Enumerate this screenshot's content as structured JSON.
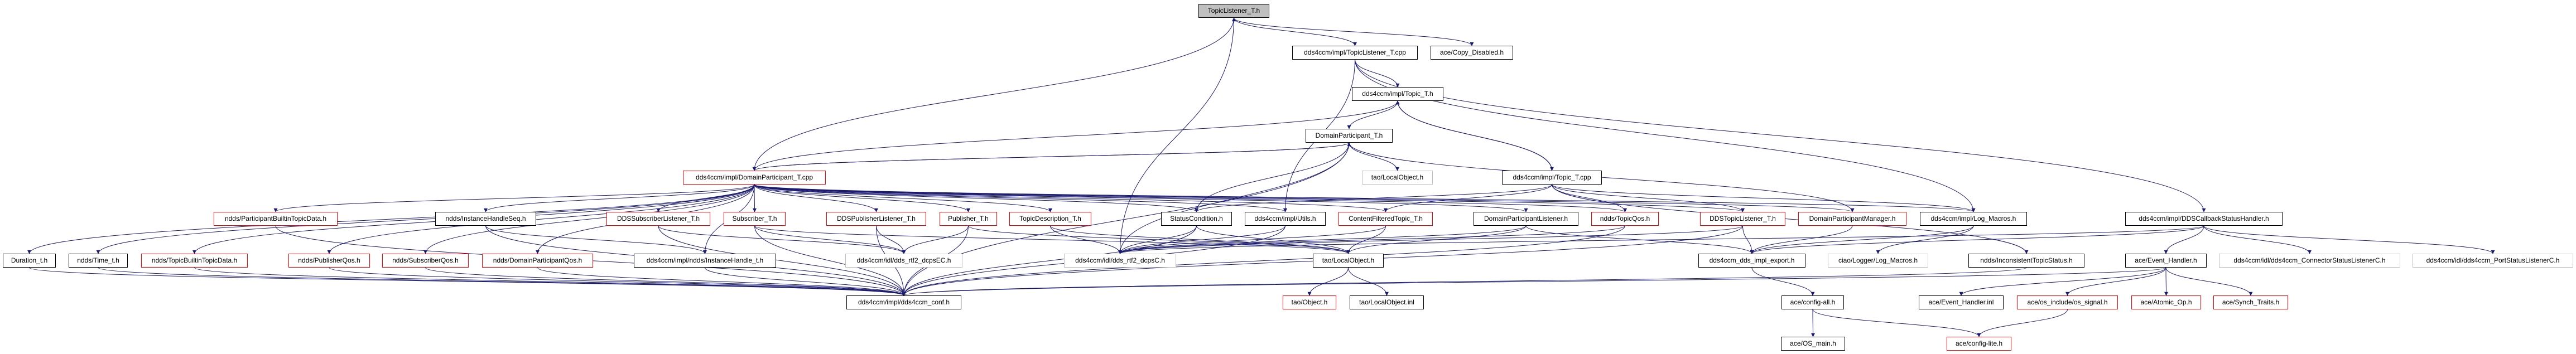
{
  "graph": {
    "edge_color": "#191970",
    "border_colors": {
      "normal": "#000000",
      "truncated": "#ff0000",
      "external": "#bfbfbf"
    },
    "root_fill": "#bfbfbf",
    "nodes": [
      {
        "id": "tl_h",
        "label": "TopicListener_T.h",
        "style": "root"
      },
      {
        "id": "tl_cpp",
        "label": "dds4ccm/impl/TopicListener_T.cpp",
        "style": "normal"
      },
      {
        "id": "copy",
        "label": "ace/Copy_Disabled.h",
        "style": "normal"
      },
      {
        "id": "topic_h",
        "label": "dds4ccm/impl/Topic_T.h",
        "style": "normal"
      },
      {
        "id": "dp_h",
        "label": "DomainParticipant_T.h",
        "style": "normal"
      },
      {
        "id": "dp_cpp",
        "label": "dds4ccm/impl/DomainParticipant_T.cpp",
        "style": "truncated"
      },
      {
        "id": "lo_gray",
        "label": "tao/LocalObject.h",
        "style": "external"
      },
      {
        "id": "topic_cpp",
        "label": "dds4ccm/impl/Topic_T.cpp",
        "style": "normal"
      },
      {
        "id": "pbtd",
        "label": "ndds/ParticipantBuiltinTopicData.h",
        "style": "truncated"
      },
      {
        "id": "ihseq",
        "label": "ndds/InstanceHandleSeq.h",
        "style": "normal"
      },
      {
        "id": "ddssubl",
        "label": "DDSSubscriberListener_T.h",
        "style": "truncated"
      },
      {
        "id": "sub",
        "label": "Subscriber_T.h",
        "style": "truncated"
      },
      {
        "id": "ddspubl",
        "label": "DDSPublisherListener_T.h",
        "style": "truncated"
      },
      {
        "id": "pub",
        "label": "Publisher_T.h",
        "style": "truncated"
      },
      {
        "id": "tdesc",
        "label": "TopicDescription_T.h",
        "style": "truncated"
      },
      {
        "id": "statc",
        "label": "StatusCondition.h",
        "style": "normal"
      },
      {
        "id": "utils",
        "label": "dds4ccm/impl/Utils.h",
        "style": "normal"
      },
      {
        "id": "cft",
        "label": "ContentFilteredTopic_T.h",
        "style": "truncated"
      },
      {
        "id": "dpl",
        "label": "DomainParticipantListener.h",
        "style": "normal"
      },
      {
        "id": "tqos",
        "label": "ndds/TopicQos.h",
        "style": "truncated"
      },
      {
        "id": "ddstl",
        "label": "DDSTopicListener_T.h",
        "style": "truncated"
      },
      {
        "id": "dpm",
        "label": "DomainParticipantManager.h",
        "style": "truncated"
      },
      {
        "id": "logm",
        "label": "dds4ccm/impl/Log_Macros.h",
        "style": "normal"
      },
      {
        "id": "cbsh",
        "label": "dds4ccm/impl/DDSCallbackStatusHandler.h",
        "style": "normal"
      },
      {
        "id": "dur",
        "label": "Duration_t.h",
        "style": "normal"
      },
      {
        "id": "time",
        "label": "ndds/Time_t.h",
        "style": "normal"
      },
      {
        "id": "tbtd",
        "label": "ndds/TopicBuiltinTopicData.h",
        "style": "truncated"
      },
      {
        "id": "pqos",
        "label": "ndds/PublisherQos.h",
        "style": "truncated"
      },
      {
        "id": "sqos",
        "label": "ndds/SubscriberQos.h",
        "style": "truncated"
      },
      {
        "id": "dpqos",
        "label": "ndds/DomainParticipantQos.h",
        "style": "truncated"
      },
      {
        "id": "iht",
        "label": "dds4ccm/impl/ndds/InstanceHandle_t.h",
        "style": "normal"
      },
      {
        "id": "dcpsEC",
        "label": "dds4ccm/idl/dds_rtf2_dcpsEC.h",
        "style": "external"
      },
      {
        "id": "dcpsC",
        "label": "dds4ccm/idl/dds_rtf2_dcpsC.h",
        "style": "external"
      },
      {
        "id": "lo",
        "label": "tao/LocalObject.h",
        "style": "normal"
      },
      {
        "id": "export",
        "label": "dds4ccm_dds_impl_export.h",
        "style": "normal"
      },
      {
        "id": "ciaolog",
        "label": "ciao/Logger/Log_Macros.h",
        "style": "external"
      },
      {
        "id": "incons",
        "label": "ndds/InconsistentTopicStatus.h",
        "style": "normal"
      },
      {
        "id": "evh",
        "label": "ace/Event_Handler.h",
        "style": "normal"
      },
      {
        "id": "connst",
        "label": "dds4ccm/idl/dds4ccm_ConnectorStatusListenerC.h",
        "style": "external"
      },
      {
        "id": "portst",
        "label": "dds4ccm/idl/dds4ccm_PortStatusListenerC.h",
        "style": "external"
      },
      {
        "id": "conf",
        "label": "dds4ccm/impl/dds4ccm_conf.h",
        "style": "normal"
      },
      {
        "id": "obj",
        "label": "tao/Object.h",
        "style": "truncated"
      },
      {
        "id": "loinl",
        "label": "tao/LocalObject.inl",
        "style": "normal"
      },
      {
        "id": "cfgall",
        "label": "ace/config-all.h",
        "style": "normal"
      },
      {
        "id": "evhinl",
        "label": "ace/Event_Handler.inl",
        "style": "normal"
      },
      {
        "id": "ossig",
        "label": "ace/os_include/os_signal.h",
        "style": "truncated"
      },
      {
        "id": "atomic",
        "label": "ace/Atomic_Op.h",
        "style": "truncated"
      },
      {
        "id": "synch",
        "label": "ace/Synch_Traits.h",
        "style": "truncated"
      },
      {
        "id": "osmain",
        "label": "ace/OS_main.h",
        "style": "normal"
      },
      {
        "id": "cfglite",
        "label": "ace/config-lite.h",
        "style": "truncated"
      }
    ],
    "edges": [
      [
        "tl_h",
        "tl_cpp"
      ],
      [
        "tl_h",
        "copy"
      ],
      [
        "tl_h",
        "dcpsC"
      ],
      [
        "tl_cpp",
        "topic_h"
      ],
      [
        "tl_cpp",
        "utils"
      ],
      [
        "tl_cpp",
        "logm"
      ],
      [
        "tl_cpp",
        "cbsh"
      ],
      [
        "topic_h",
        "dp_h"
      ],
      [
        "topic_h",
        "topic_cpp"
      ],
      [
        "dp_h",
        "dp_cpp"
      ],
      [
        "dp_h",
        "lo_gray"
      ],
      [
        "dp_h",
        "dcpsC"
      ],
      [
        "dp_h",
        "conf"
      ],
      [
        "dp_h",
        "statc"
      ],
      [
        "dp_h",
        "dpm"
      ],
      [
        "dp_cpp",
        "tl_h"
      ],
      [
        "dp_cpp",
        "topic_h"
      ],
      [
        "dp_cpp",
        "dp_h"
      ],
      [
        "dp_cpp",
        "pbtd"
      ],
      [
        "dp_cpp",
        "ihseq"
      ],
      [
        "dp_cpp",
        "ddssubl"
      ],
      [
        "dp_cpp",
        "sub"
      ],
      [
        "dp_cpp",
        "ddspubl"
      ],
      [
        "dp_cpp",
        "pub"
      ],
      [
        "dp_cpp",
        "tdesc"
      ],
      [
        "dp_cpp",
        "statc"
      ],
      [
        "dp_cpp",
        "utils"
      ],
      [
        "dp_cpp",
        "cft"
      ],
      [
        "dp_cpp",
        "dpl"
      ],
      [
        "dp_cpp",
        "tqos"
      ],
      [
        "dp_cpp",
        "ddstl"
      ],
      [
        "dp_cpp",
        "dpm"
      ],
      [
        "dp_cpp",
        "logm"
      ],
      [
        "dp_cpp",
        "dur"
      ],
      [
        "dp_cpp",
        "time"
      ],
      [
        "dp_cpp",
        "tbtd"
      ],
      [
        "dp_cpp",
        "pqos"
      ],
      [
        "dp_cpp",
        "sqos"
      ],
      [
        "dp_cpp",
        "dpqos"
      ],
      [
        "dp_cpp",
        "iht"
      ],
      [
        "topic_cpp",
        "topic_h"
      ],
      [
        "topic_cpp",
        "cft"
      ],
      [
        "topic_cpp",
        "tqos"
      ],
      [
        "topic_cpp",
        "ddstl"
      ],
      [
        "topic_cpp",
        "statc"
      ],
      [
        "topic_cpp",
        "logm"
      ],
      [
        "topic_cpp",
        "incons"
      ],
      [
        "pbtd",
        "conf"
      ],
      [
        "ihseq",
        "iht"
      ],
      [
        "ihseq",
        "conf"
      ],
      [
        "ddssubl",
        "dcpsEC"
      ],
      [
        "ddssubl",
        "conf"
      ],
      [
        "sub",
        "dcpsEC"
      ],
      [
        "sub",
        "conf"
      ],
      [
        "sub",
        "lo"
      ],
      [
        "ddspubl",
        "dcpsEC"
      ],
      [
        "ddspubl",
        "conf"
      ],
      [
        "pub",
        "dcpsEC"
      ],
      [
        "pub",
        "conf"
      ],
      [
        "pub",
        "lo"
      ],
      [
        "tdesc",
        "dcpsC"
      ],
      [
        "tdesc",
        "lo"
      ],
      [
        "statc",
        "dcpsC"
      ],
      [
        "statc",
        "lo"
      ],
      [
        "statc",
        "conf"
      ],
      [
        "utils",
        "dcpsC"
      ],
      [
        "utils",
        "conf"
      ],
      [
        "cft",
        "lo"
      ],
      [
        "cft",
        "dcpsC"
      ],
      [
        "dpl",
        "lo"
      ],
      [
        "dpl",
        "export"
      ],
      [
        "dpl",
        "dcpsC"
      ],
      [
        "tqos",
        "conf"
      ],
      [
        "tqos",
        "dcpsC"
      ],
      [
        "ddstl",
        "export"
      ],
      [
        "ddstl",
        "dcpsC"
      ],
      [
        "ddstl",
        "conf"
      ],
      [
        "dpm",
        "export"
      ],
      [
        "logm",
        "ciaolog"
      ],
      [
        "logm",
        "export"
      ],
      [
        "cbsh",
        "evh"
      ],
      [
        "cbsh",
        "connst"
      ],
      [
        "cbsh",
        "portst"
      ],
      [
        "cbsh",
        "export"
      ],
      [
        "cbsh",
        "dcpsC"
      ],
      [
        "dur",
        "conf"
      ],
      [
        "time",
        "conf"
      ],
      [
        "tbtd",
        "conf"
      ],
      [
        "pqos",
        "conf"
      ],
      [
        "sqos",
        "conf"
      ],
      [
        "dpqos",
        "conf"
      ],
      [
        "iht",
        "conf"
      ],
      [
        "incons",
        "conf"
      ],
      [
        "lo",
        "obj"
      ],
      [
        "lo",
        "loinl"
      ],
      [
        "export",
        "cfgall"
      ],
      [
        "cfgall",
        "osmain"
      ],
      [
        "cfgall",
        "cfglite"
      ],
      [
        "evh",
        "evhinl"
      ],
      [
        "evh",
        "ossig"
      ],
      [
        "evh",
        "atomic"
      ],
      [
        "evh",
        "synch"
      ],
      [
        "evh",
        "conf"
      ],
      [
        "ossig",
        "cfglite"
      ]
    ]
  }
}
